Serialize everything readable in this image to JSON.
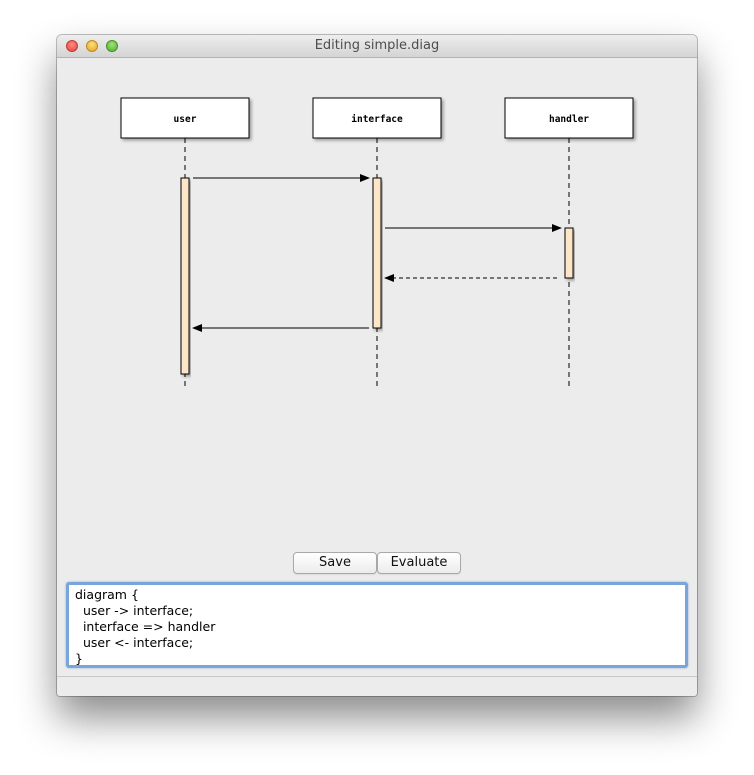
{
  "window": {
    "title": "Editing simple.diag"
  },
  "diagram": {
    "participants": [
      "user",
      "interface",
      "handler"
    ],
    "messages": [
      {
        "from": "user",
        "to": "interface",
        "kind": "sync"
      },
      {
        "from": "interface",
        "to": "handler",
        "kind": "sync"
      },
      {
        "from": "handler",
        "to": "interface",
        "kind": "return"
      },
      {
        "from": "interface",
        "to": "user",
        "kind": "sync"
      }
    ],
    "colors": {
      "activation": "#fde6c8",
      "box": "#ffffff",
      "line": "#000000"
    }
  },
  "toolbar": {
    "save_label": "Save",
    "evaluate_label": "Evaluate"
  },
  "editor": {
    "lines": [
      "diagram {",
      "  user -> interface;",
      "  interface => handler",
      "  user <- interface;",
      "}"
    ]
  }
}
